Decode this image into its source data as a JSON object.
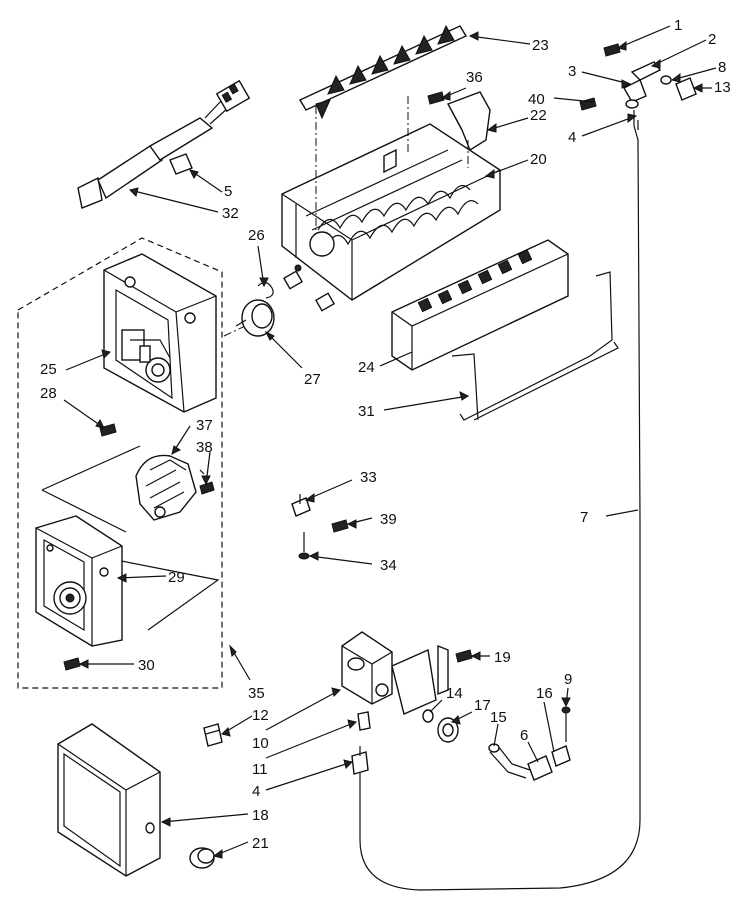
{
  "diagram": {
    "callouts": [
      {
        "id": "c1",
        "text": "1"
      },
      {
        "id": "c2",
        "text": "2"
      },
      {
        "id": "c3",
        "text": "3"
      },
      {
        "id": "c8",
        "text": "8"
      },
      {
        "id": "c13",
        "text": "13"
      },
      {
        "id": "c4a",
        "text": "4"
      },
      {
        "id": "c23",
        "text": "23"
      },
      {
        "id": "c36",
        "text": "36"
      },
      {
        "id": "c40",
        "text": "40"
      },
      {
        "id": "c22",
        "text": "22"
      },
      {
        "id": "c20",
        "text": "20"
      },
      {
        "id": "c5",
        "text": "5"
      },
      {
        "id": "c32",
        "text": "32"
      },
      {
        "id": "c26",
        "text": "26"
      },
      {
        "id": "c27",
        "text": "27"
      },
      {
        "id": "c25",
        "text": "25"
      },
      {
        "id": "c28",
        "text": "28"
      },
      {
        "id": "c24",
        "text": "24"
      },
      {
        "id": "c31",
        "text": "31"
      },
      {
        "id": "c37",
        "text": "37"
      },
      {
        "id": "c38",
        "text": "38"
      },
      {
        "id": "c33",
        "text": "33"
      },
      {
        "id": "c39",
        "text": "39"
      },
      {
        "id": "c7",
        "text": "7"
      },
      {
        "id": "c34",
        "text": "34"
      },
      {
        "id": "c29",
        "text": "29"
      },
      {
        "id": "c30",
        "text": "30"
      },
      {
        "id": "c19",
        "text": "19"
      },
      {
        "id": "c35",
        "text": "35"
      },
      {
        "id": "c9",
        "text": "9"
      },
      {
        "id": "c14",
        "text": "14"
      },
      {
        "id": "c17",
        "text": "17"
      },
      {
        "id": "c16",
        "text": "16"
      },
      {
        "id": "c12",
        "text": "12"
      },
      {
        "id": "c15",
        "text": "15"
      },
      {
        "id": "c6",
        "text": "6"
      },
      {
        "id": "c10",
        "text": "10"
      },
      {
        "id": "c11",
        "text": "11"
      },
      {
        "id": "c4b",
        "text": "4"
      },
      {
        "id": "c18",
        "text": "18"
      },
      {
        "id": "c21",
        "text": "21"
      }
    ]
  }
}
